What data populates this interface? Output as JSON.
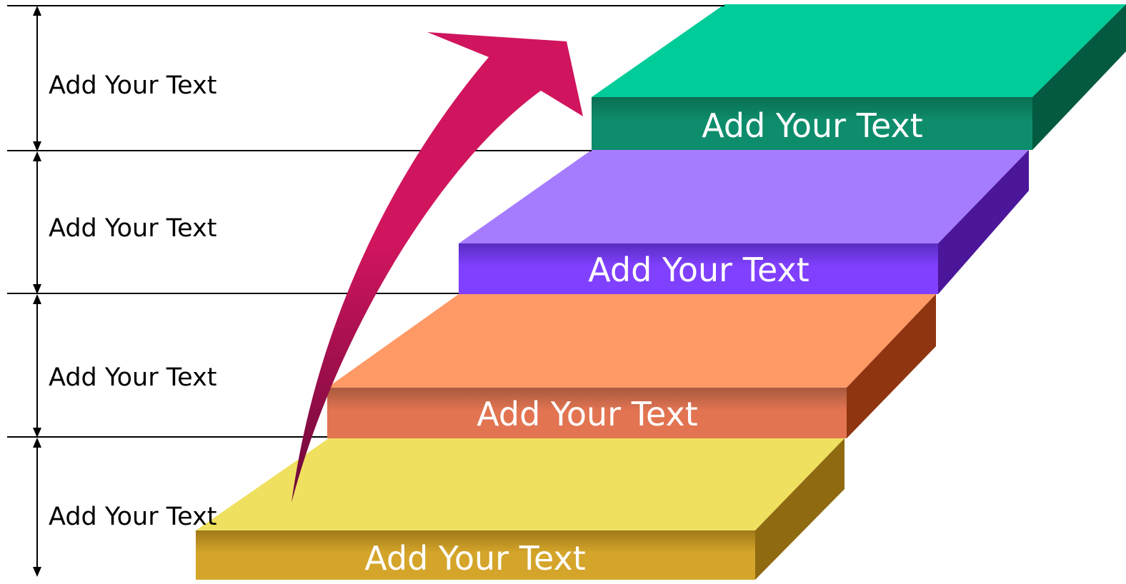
{
  "side_labels": [
    "Add Your Text",
    "Add Your Text",
    "Add Your Text",
    "Add Your Text"
  ],
  "steps": [
    {
      "label": "Add Your Text",
      "top": "#f0e060",
      "front_light": "#d4a52a",
      "front_dark": "#a07818",
      "side": "#8f6a10"
    },
    {
      "label": "Add Your Text",
      "top": "#ff9966",
      "front_light": "#e27452",
      "front_dark": "#a85a3e",
      "side": "#8f3510"
    },
    {
      "label": "Add Your Text",
      "top": "#a67cff",
      "front_light": "#8040ff",
      "front_dark": "#5a2cc0",
      "side": "#4b169a"
    },
    {
      "label": "Add Your Text",
      "top": "#00cc99",
      "front_light": "#0e8d6c",
      "front_dark": "#0a6e52",
      "side": "#035a40"
    }
  ],
  "arrow_colors": {
    "head": "#d0155e",
    "tail": "#6a0838"
  },
  "line_color": "#000000"
}
